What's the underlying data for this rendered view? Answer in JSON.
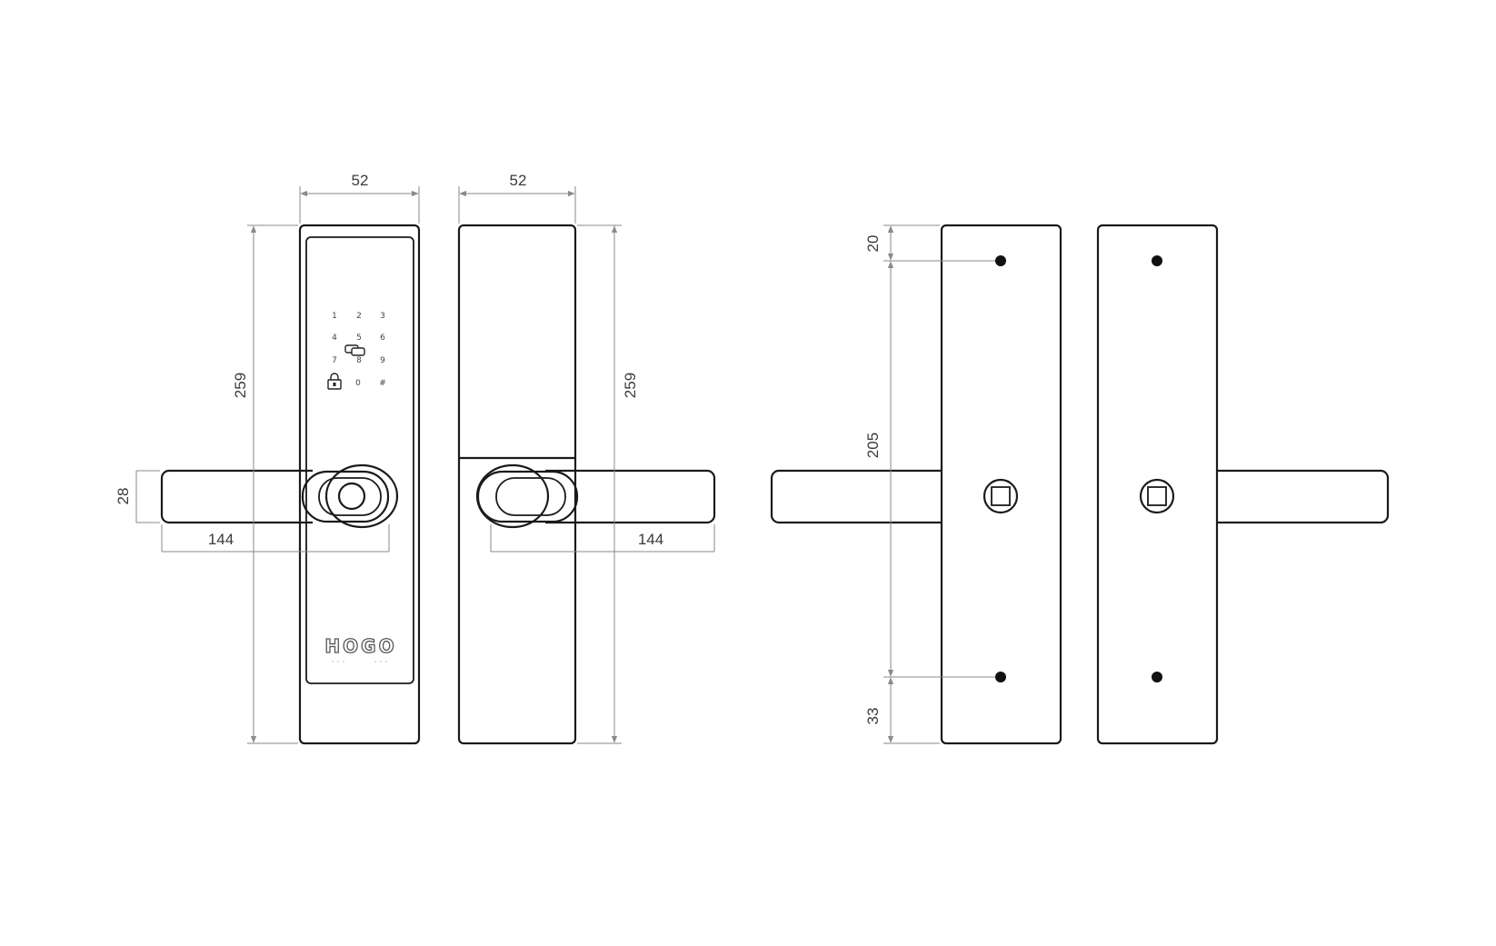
{
  "drawing": {
    "front_view": {
      "width_label": "52",
      "height_label": "259",
      "handle_height_label": "28",
      "handle_length_label": "144",
      "keypad_keys": [
        "1",
        "2",
        "3",
        "4",
        "5",
        "6",
        "7",
        "8",
        "9",
        "0",
        "#"
      ],
      "brand_logo": "HOGO"
    },
    "back_view": {
      "width_label": "52",
      "height_label": "259",
      "handle_length_label": "144"
    },
    "mounting_view": {
      "top_offset_label": "20",
      "hole_spacing_label": "205",
      "bottom_offset_label": "33"
    },
    "colors": {
      "line": "#1a1a1a",
      "dimension": "#8a8a8a",
      "text": "#3a3a3a"
    }
  }
}
